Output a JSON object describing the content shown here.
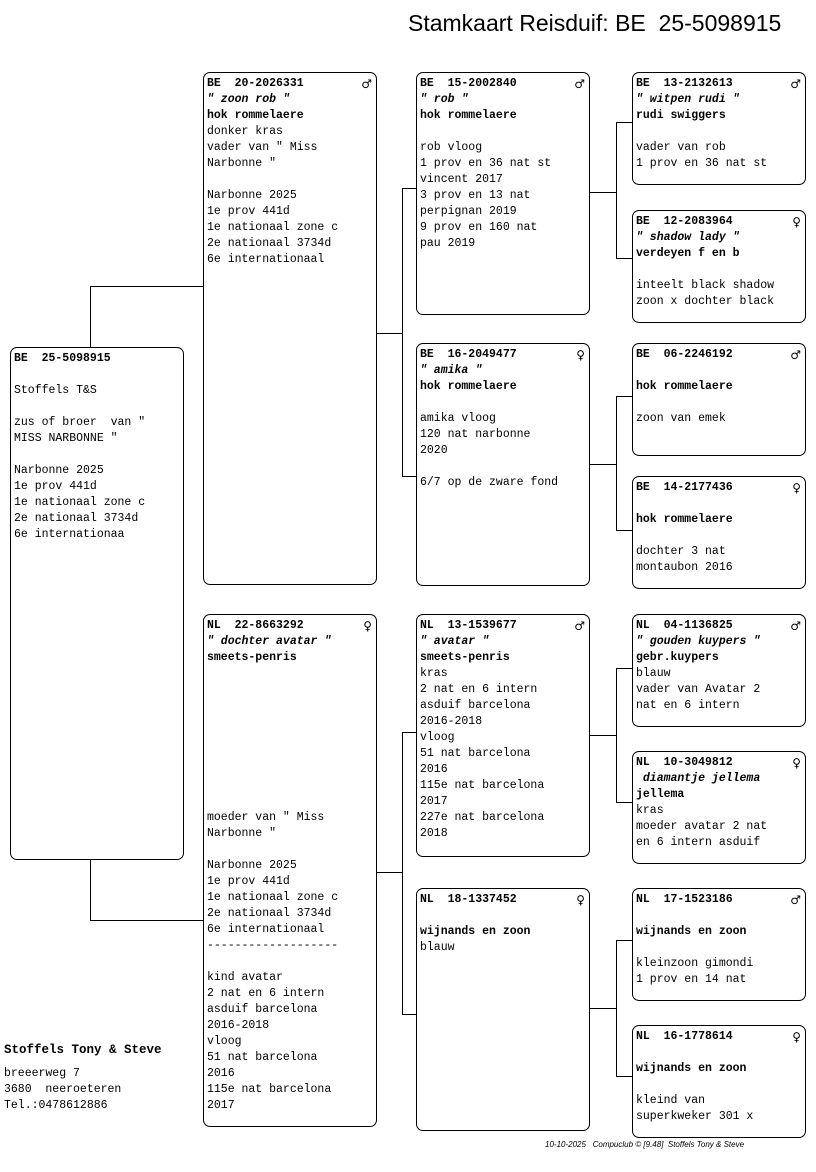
{
  "title": "Stamkaart Reisduif: BE  25-5098915",
  "subject": {
    "ring": "BE  25-5098915",
    "lines": [
      "",
      "Stoffels T&S",
      "",
      "zus of broer  van \"",
      "MISS NARBONNE \"",
      "",
      "Narbonne 2025",
      "1e prov 441d",
      "1e nationaal zone c",
      "2e nationaal 3734d",
      "6e internationaa"
    ]
  },
  "father": {
    "ring": "BE  20-2026331",
    "sex": "♂",
    "name": "\" zoon rob \"",
    "breeder": "hok rommelaere",
    "lines": [
      "donker kras",
      "vader van \" Miss",
      "Narbonne \"",
      "",
      "Narbonne 2025",
      "1e prov 441d",
      "1e nationaal zone c",
      "2e nationaal 3734d",
      "6e internationaal"
    ]
  },
  "mother": {
    "ring": "NL  22-8663292",
    "sex": "♀",
    "name": "\" dochter avatar \"",
    "breeder": "smeets-penris",
    "lines": [
      "",
      "",
      "",
      "",
      "",
      "",
      "",
      "",
      "",
      "moeder van \" Miss",
      "Narbonne \"",
      "",
      "Narbonne 2025",
      "1e prov 441d",
      "1e nationaal zone c",
      "2e nationaal 3734d",
      "6e internationaal",
      "-------------------",
      "",
      "kind avatar",
      "2 nat en 6 intern",
      "asduif barcelona",
      "2016-2018",
      "vloog",
      "51 nat barcelona",
      "2016",
      "115e nat barcelona",
      "2017"
    ]
  },
  "ff": {
    "ring": "BE  15-2002840",
    "sex": "♂",
    "name": "\" rob \"",
    "breeder": "hok rommelaere",
    "lines": [
      "",
      "rob vloog",
      "1 prov en 36 nat st",
      "vincent 2017",
      "3 prov en 13 nat",
      "perpignan 2019",
      "9 prov en 160 nat",
      "pau 2019"
    ]
  },
  "fm": {
    "ring": "BE  16-2049477",
    "sex": "♀",
    "name": "\" amika \"",
    "breeder": "hok rommelaere",
    "lines": [
      "",
      "amika vloog",
      "120 nat narbonne",
      "2020",
      "",
      "6/7 op de zware fond"
    ]
  },
  "mf": {
    "ring": "NL  13-1539677",
    "sex": "♂",
    "name": "\" avatar \"",
    "breeder": "smeets-penris",
    "lines": [
      "kras",
      "2 nat en 6 intern",
      "asduif barcelona",
      "2016-2018",
      "vloog",
      "51 nat barcelona",
      "2016",
      "115e nat barcelona",
      "2017",
      "227e nat barcelona",
      "2018"
    ]
  },
  "mm": {
    "ring": "NL  18-1337452",
    "sex": "♀",
    "name": "",
    "breeder": "wijnands en zoon",
    "lines": [
      "blauw"
    ]
  },
  "fff": {
    "ring": "BE  13-2132613",
    "sex": "♂",
    "name": "\" witpen rudi \"",
    "breeder": "rudi swiggers",
    "lines": [
      "",
      "vader van rob",
      "1 prov en 36 nat st"
    ]
  },
  "ffm": {
    "ring": "BE  12-2083964",
    "sex": "♀",
    "name": "\" shadow lady \"",
    "breeder": "verdeyen f en b",
    "lines": [
      "",
      "inteelt black shadow",
      "zoon x dochter black"
    ]
  },
  "fmf": {
    "ring": "BE  06-2246192",
    "sex": "♂",
    "name": "",
    "breeder": "hok rommelaere",
    "lines": [
      "",
      "zoon van emek"
    ]
  },
  "fmm": {
    "ring": "BE  14-2177436",
    "sex": "♀",
    "name": "",
    "breeder": "hok rommelaere",
    "lines": [
      "",
      "dochter 3 nat",
      "montaubon 2016"
    ]
  },
  "mff": {
    "ring": "NL  04-1136825",
    "sex": "♂",
    "name": "\" gouden kuypers \"",
    "breeder": "gebr.kuypers",
    "lines": [
      "blauw",
      "vader van Avatar 2",
      "nat en 6 intern"
    ]
  },
  "mfm": {
    "ring": "NL  10-3049812",
    "sex": "♀",
    "name": " diamantje jellema",
    "breeder": "jellema",
    "lines": [
      "kras",
      "moeder avatar 2 nat",
      "en 6 intern asduif"
    ]
  },
  "mmf": {
    "ring": "NL  17-1523186",
    "sex": "♂",
    "name": "",
    "breeder": "wijnands en zoon",
    "lines": [
      "",
      "kleinzoon gimondi",
      "1 prov en 14 nat"
    ]
  },
  "mmm": {
    "ring": "NL  16-1778614",
    "sex": "♀",
    "name": "",
    "breeder": "wijnands en zoon",
    "lines": [
      "",
      "kleind van",
      "superkweker 301 x"
    ]
  },
  "owner": {
    "name": "Stoffels Tony & Steve",
    "lines": [
      "breeerweg 7",
      "3680  neeroeteren",
      "Tel.:0478612886"
    ]
  },
  "footer": "10-10-2025   Compuclub © [9.48]  Stoffels Tony & Steve"
}
